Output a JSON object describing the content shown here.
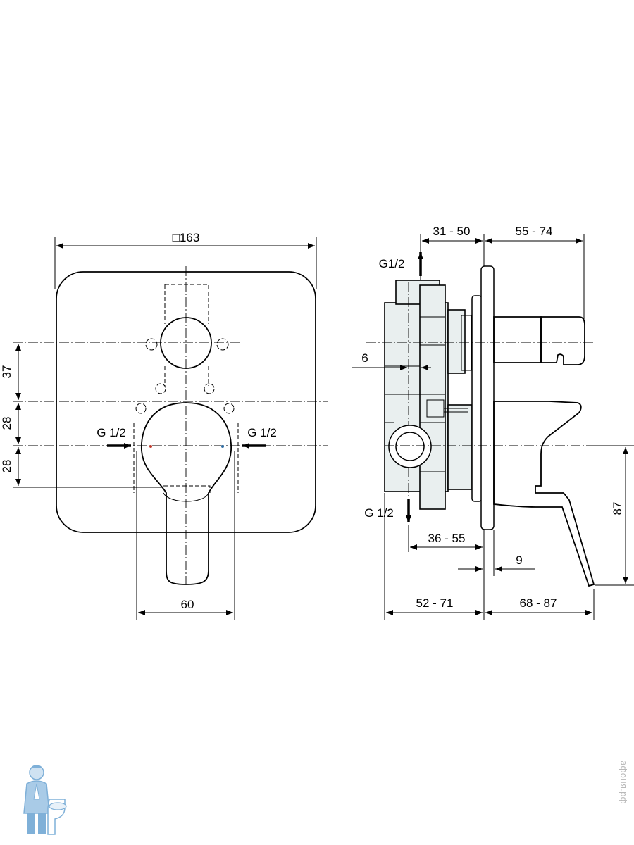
{
  "front_view": {
    "width_label": "□163",
    "dim_37": "37",
    "dim_28_upper": "28",
    "dim_28_lower": "28",
    "inlet_left_label": "G 1/2",
    "inlet_right_label": "G 1/2",
    "handle_width_label": "60"
  },
  "side_view": {
    "top_outlet_label": "G1/2",
    "bottom_outlet_label": "G 1/2",
    "dim_31_50": "31 - 50",
    "dim_55_74": "55 - 74",
    "dim_6": "6",
    "dim_36_55": "36 - 55",
    "dim_9": "9",
    "dim_87": "87",
    "dim_52_71": "52 - 71",
    "dim_68_87": "68 - 87"
  },
  "watermark": {
    "text": "афоня.рф"
  },
  "colors": {
    "line": "#000000",
    "body_fill": "#e9efef",
    "logo_blue": "#7fb0d8"
  }
}
